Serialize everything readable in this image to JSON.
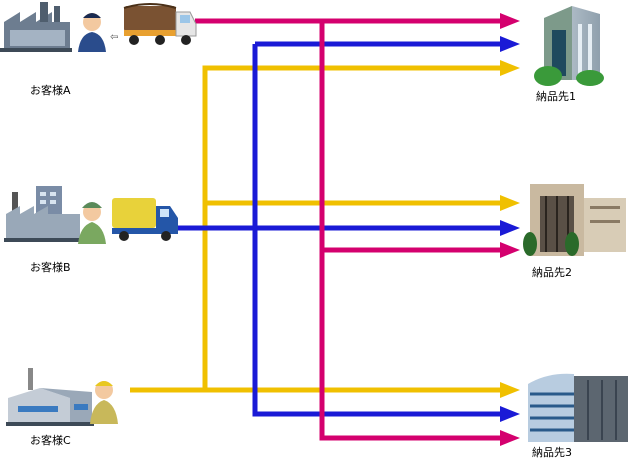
{
  "customers": [
    {
      "id": "A",
      "label": "お客様A"
    },
    {
      "id": "B",
      "label": "お客様B"
    },
    {
      "id": "C",
      "label": "お客様C"
    }
  ],
  "destinations": [
    {
      "id": "1",
      "label": "納品先1"
    },
    {
      "id": "2",
      "label": "納品先2"
    },
    {
      "id": "3",
      "label": "納品先3"
    }
  ],
  "routes": [
    {
      "from": "A",
      "color": "#d4006e",
      "to": [
        "1",
        "2",
        "3"
      ]
    },
    {
      "from": "B",
      "color": "#1a1ad6",
      "to": [
        "1",
        "2",
        "3"
      ]
    },
    {
      "from": "C",
      "color": "#f0c000",
      "to": [
        "1",
        "2",
        "3"
      ]
    }
  ],
  "colors": {
    "route_magenta": "#d4006e",
    "route_blue": "#1a1ad6",
    "route_yellow": "#f0c000"
  },
  "icons": {
    "customer_a": [
      "factory-icon",
      "worker-icon",
      "truck-icon"
    ],
    "customer_b": [
      "factory-icon",
      "worker-icon",
      "truck-icon"
    ],
    "customer_c": [
      "factory-icon",
      "worker-icon"
    ],
    "destinations": [
      "office-building-icon",
      "office-building-icon",
      "office-building-icon"
    ]
  }
}
